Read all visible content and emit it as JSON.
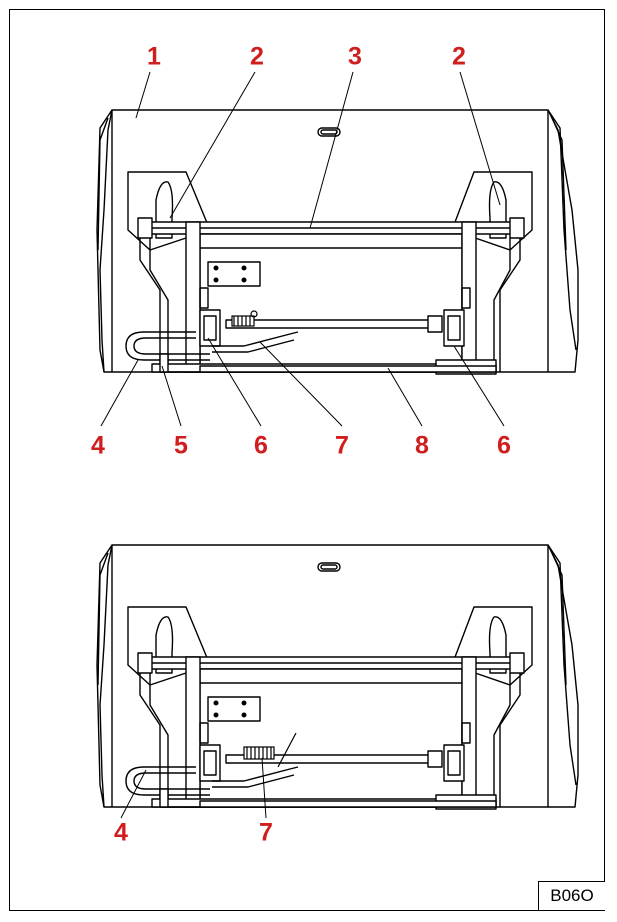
{
  "callout_color": "#d01d1d",
  "line_color": "#000000",
  "reference_code": "B06O",
  "views": [
    {
      "id": "top",
      "callouts": [
        "1",
        "2",
        "3",
        "2",
        "4",
        "5",
        "6",
        "7",
        "8",
        "6"
      ]
    },
    {
      "id": "bottom",
      "callouts": [
        "4",
        "7"
      ]
    }
  ]
}
